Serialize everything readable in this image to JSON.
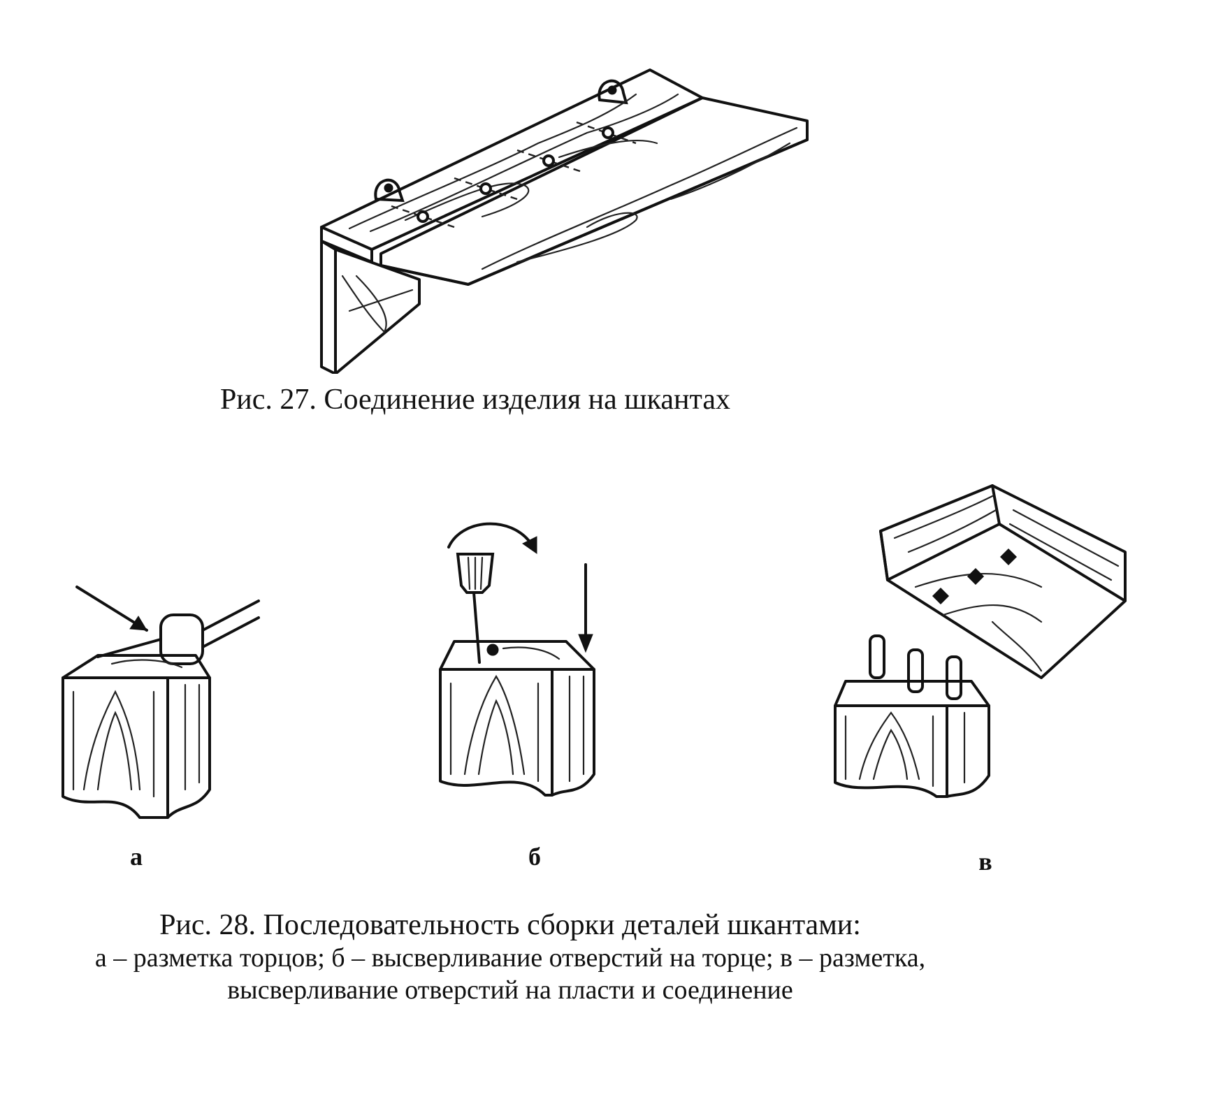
{
  "figure27": {
    "caption": "Рис. 27. Соединение изделия на шкантах",
    "icon": "wall-shelf-dowel-illustration"
  },
  "figure28": {
    "caption_line1": "Рис. 28. Последовательность сборки деталей шкантами:",
    "caption_line2": "а – разметка торцов; б – высверливание отверстий на торце; в – разметка,",
    "caption_line3": "высверливание отверстий на пласти и соединение",
    "panels": [
      {
        "label": "а",
        "icon": "end-marking-jig-illustration"
      },
      {
        "label": "б",
        "icon": "drilling-end-illustration"
      },
      {
        "label": "в",
        "icon": "dowel-joint-assembly-illustration"
      }
    ]
  }
}
